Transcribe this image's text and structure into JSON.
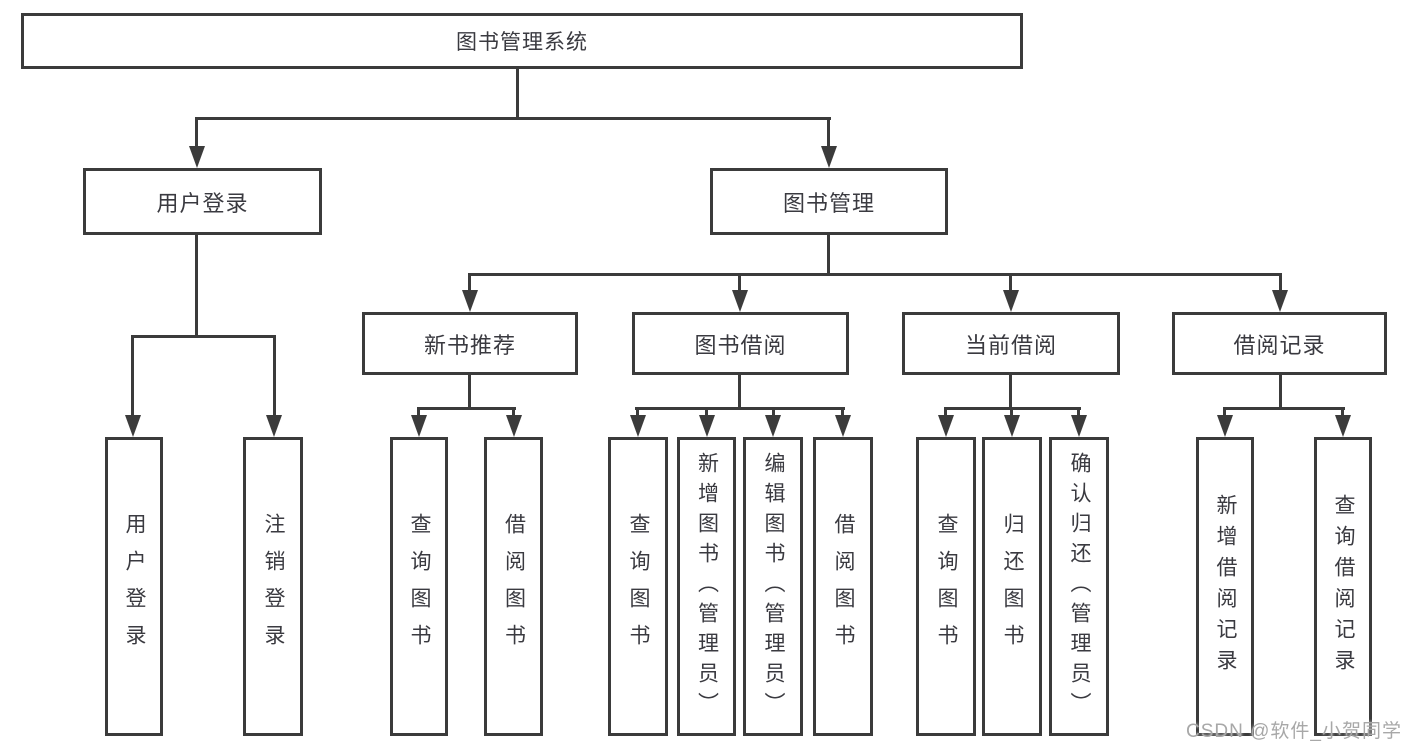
{
  "diagram": {
    "root": {
      "label": "图书管理系统"
    },
    "branches": [
      {
        "label": "用户登录",
        "children": [
          {
            "label": "用户登录"
          },
          {
            "label": "注销登录"
          }
        ]
      },
      {
        "label": "图书管理",
        "children": [
          {
            "label": "新书推荐",
            "children": [
              {
                "label": "查询图书"
              },
              {
                "label": "借阅图书"
              }
            ]
          },
          {
            "label": "图书借阅",
            "children": [
              {
                "label": "查询图书"
              },
              {
                "label": "新增图书（管理员）"
              },
              {
                "label": "编辑图书（管理员）"
              },
              {
                "label": "借阅图书"
              }
            ]
          },
          {
            "label": "当前借阅",
            "children": [
              {
                "label": "查询图书"
              },
              {
                "label": "归还图书"
              },
              {
                "label": "确认归还（管理员）"
              }
            ]
          },
          {
            "label": "借阅记录",
            "children": [
              {
                "label": "新增借阅记录"
              },
              {
                "label": "查询借阅记录"
              }
            ]
          }
        ]
      }
    ],
    "watermark": "CSDN @软件_小贺同学",
    "colors": {
      "line": "#3b3b3b",
      "text": "#3a3a40",
      "watermark": "#a8a8a8",
      "background": "#ffffff"
    }
  }
}
